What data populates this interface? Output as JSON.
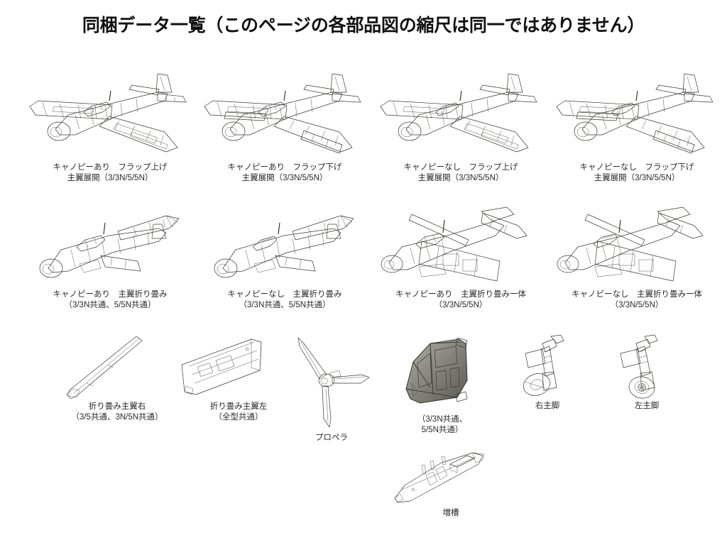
{
  "page": {
    "title": "同梱データ一覧（このページの各部品図の縮尺は同一ではありません）",
    "background_color": "#ffffff",
    "text_color": "#231f20"
  },
  "render_style": {
    "model_light": "#b8b7ae",
    "model_mid": "#8f8e84",
    "model_dark": "#5d5c54",
    "model_shadow": "#4a4942",
    "edge_color": "#3b3a36"
  },
  "rows": [
    {
      "name": "full-aircraft-wings-spread",
      "items": [
        {
          "id": "canopy-on-flap-up",
          "model": "aircraft-spread",
          "variant": "flap-up",
          "caption_line1": "キャノピーあり　フラップ上げ",
          "caption_line2": "主翼展開（3/3N/5/5N）"
        },
        {
          "id": "canopy-on-flap-down",
          "model": "aircraft-spread",
          "variant": "flap-down",
          "caption_line1": "キャノピーあり　フラップ下げ",
          "caption_line2": "主翼展開（3/3N/5/5N）"
        },
        {
          "id": "canopy-off-flap-up",
          "model": "aircraft-spread",
          "variant": "flap-up-nocanopy",
          "caption_line1": "キャノピーなし　フラップ上げ",
          "caption_line2": "主翼展開（3/3N/5/5N）"
        },
        {
          "id": "canopy-off-flap-down",
          "model": "aircraft-spread",
          "variant": "flap-down-nocanopy",
          "caption_line1": "キャノピーなし　フラップ下げ",
          "caption_line2": "主翼展開（3/3N/5/5N）"
        }
      ]
    },
    {
      "name": "full-aircraft-wings-folded",
      "items": [
        {
          "id": "folded-canopy-on",
          "model": "aircraft-folded",
          "variant": "canopy-on",
          "caption_line1": "キャノピーあり　主翼折り畳み",
          "caption_line2": "（3/3N共通、5/5N共通）"
        },
        {
          "id": "folded-canopy-off",
          "model": "aircraft-folded",
          "variant": "canopy-off",
          "caption_line1": "キャノピーなし　主翼折り畳み",
          "caption_line2": "（3/3N共通、5/5N共通）"
        },
        {
          "id": "folded-unified-canopy-on",
          "model": "aircraft-folded-unified",
          "variant": "canopy-on",
          "caption_line1": "キャノピーあり　主翼折り畳み一体",
          "caption_line2": "（3/3N/5/5N）"
        },
        {
          "id": "folded-unified-canopy-off",
          "model": "aircraft-folded-unified",
          "variant": "canopy-off",
          "caption_line1": "キャノピーなし　主翼折り畳み一体",
          "caption_line2": "（3/3N/5/5N）"
        }
      ]
    }
  ],
  "parts": [
    {
      "id": "folded-wing-right",
      "model": "wing-blade-right",
      "caption_line1": "折り畳み主翼右",
      "caption_line2": "（3/5共通、3N/5N共通）"
    },
    {
      "id": "folded-wing-left",
      "model": "wing-panel-left",
      "caption_line1": "折り畳み主翼左",
      "caption_line2": "（全型共通）"
    },
    {
      "id": "propeller",
      "model": "propeller",
      "caption_line1": "プロペラ",
      "caption_line2": ""
    },
    {
      "id": "canopy-frame",
      "model": "canopy-frame",
      "caption_line1": "（3/3N共通、",
      "caption_line2": "5/5N共通）"
    },
    {
      "id": "main-gear-right",
      "model": "landing-gear-right",
      "caption_line1": "右主脚",
      "caption_line2": ""
    },
    {
      "id": "main-gear-left",
      "model": "landing-gear-left",
      "caption_line1": "左主脚",
      "caption_line2": ""
    },
    {
      "id": "drop-tank",
      "model": "drop-tank",
      "caption_line1": "増槽",
      "caption_line2": ""
    }
  ]
}
